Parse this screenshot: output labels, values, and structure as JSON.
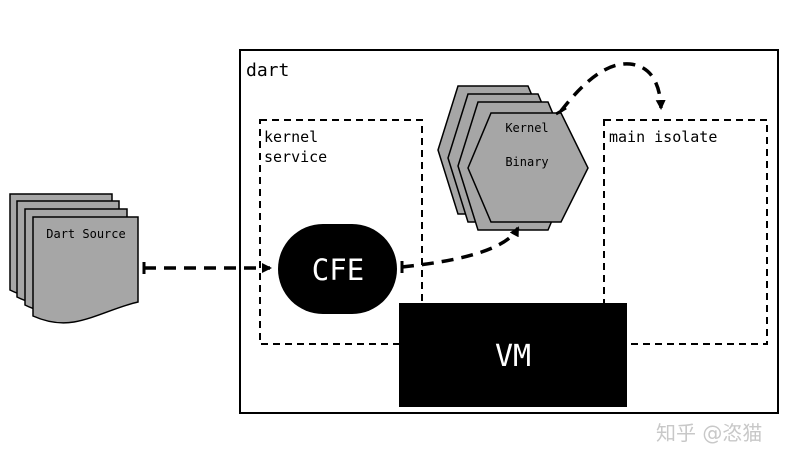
{
  "diagram": {
    "outer_box_label": "dart",
    "kernel_service_label_line1": "kernel",
    "kernel_service_label_line2": "service",
    "main_isolate_label": "main isolate",
    "source_doc_label": "Dart Source",
    "kernel_binary_line1": "Kernel",
    "kernel_binary_line2": "Binary",
    "cfe_label": "CFE",
    "vm_label": "VM"
  },
  "watermark": {
    "text": "知乎 @恣猫"
  },
  "colors": {
    "stack_fill": "#a6a6a6",
    "stack_stroke": "#000000",
    "block_fill": "#000000",
    "block_text": "#ffffff",
    "line": "#000000",
    "watermark": "#c8c8c8"
  }
}
